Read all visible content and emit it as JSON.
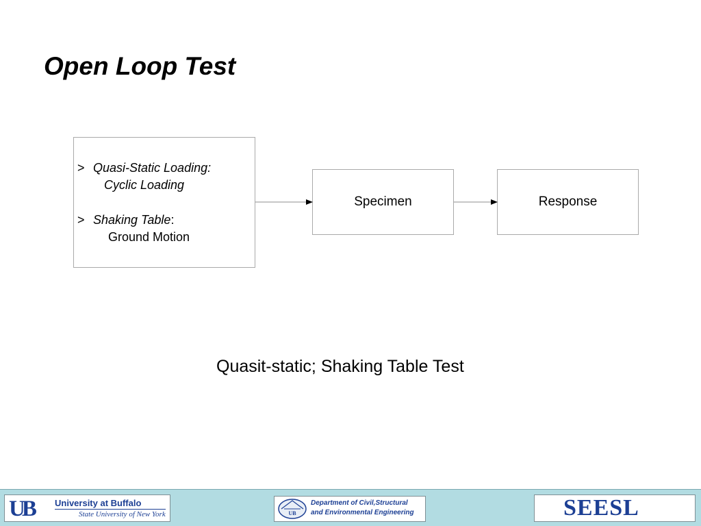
{
  "slide": {
    "title": "Open Loop Test"
  },
  "diagram": {
    "input_box": {
      "item1_bullet": ">",
      "item1_label": "Quasi-Static Loading:",
      "item1_detail": "Cyclic Loading",
      "item2_bullet": ">",
      "item2_label": "Shaking Table",
      "item2_punct": ":",
      "item2_detail": "Ground Motion"
    },
    "specimen": "Specimen",
    "response": "Response",
    "caption": "Quasit-static; Shaking Table Test"
  },
  "footer": {
    "ub_logo": {
      "mark": "UB",
      "name": "University at Buffalo",
      "subtitle": "State University of New York"
    },
    "dept_logo": {
      "seal": "UB",
      "line1": "Department of Civil,Structural",
      "line2": "and Environmental Engineering"
    },
    "seesl_logo": {
      "mark": "SEESL"
    },
    "colors": {
      "band": "#b2dce2",
      "logo_blue": "#1c3f94"
    }
  }
}
